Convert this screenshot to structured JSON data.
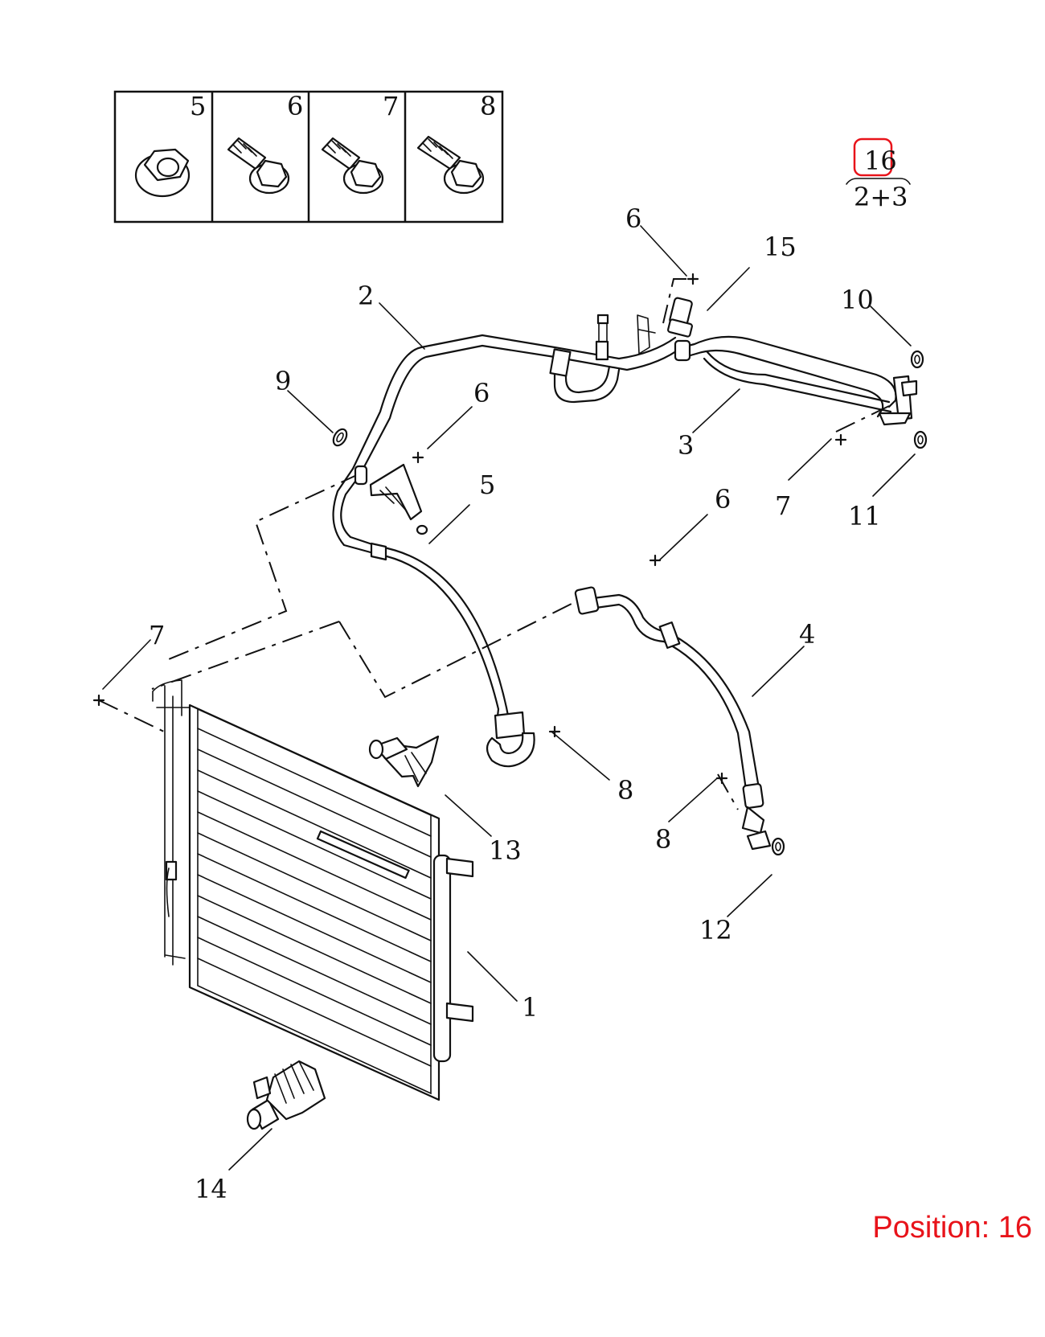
{
  "colors": {
    "line": "#111111",
    "highlight": "#e8131a",
    "background": "#ffffff"
  },
  "inset_box": {
    "labels": [
      "5",
      "6",
      "7",
      "8"
    ]
  },
  "assembly_note": {
    "top": "16",
    "bottom": "2+3"
  },
  "callouts": {
    "c1": "1",
    "c2": "2",
    "c3": "3",
    "c4": "4",
    "c5": "5",
    "c6a": "6",
    "c6b": "6",
    "c6c": "6",
    "c7a": "7",
    "c7b": "7",
    "c8a": "8",
    "c8b": "8",
    "c9": "9",
    "c10": "10",
    "c11": "11",
    "c12": "12",
    "c13": "13",
    "c14": "14",
    "c15": "15"
  },
  "position_label": "Position: 16"
}
